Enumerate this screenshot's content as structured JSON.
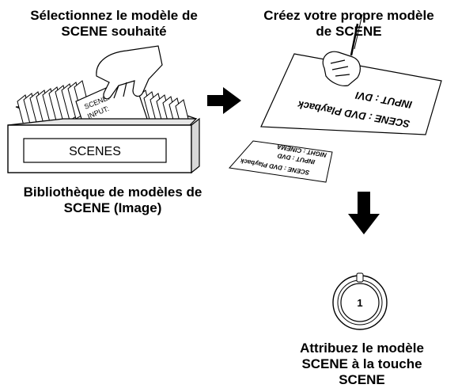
{
  "captions": {
    "select": [
      "Sélectionnez le modèle de",
      "SCENE souhaité"
    ],
    "create": [
      "Créez votre propre modèle",
      "de SCENE"
    ],
    "library": [
      "Bibliothèque de modèles de",
      "SCENE (Image)"
    ],
    "assign": [
      "Attribuez le modèle",
      "SCENE à la touche",
      "SCENE"
    ]
  },
  "box": {
    "label": "SCENES",
    "card_lines": [
      "SCENE:",
      "INPUT:"
    ]
  },
  "sheet": {
    "line1": "SCENE : DVD Playback",
    "line2": "INPUT : DVI"
  },
  "note": {
    "line1": "SCENE : DVD Playback",
    "line2": "INPUT : DVD",
    "line3": "NIGHT : CINEMA"
  },
  "button": {
    "number": "1"
  }
}
